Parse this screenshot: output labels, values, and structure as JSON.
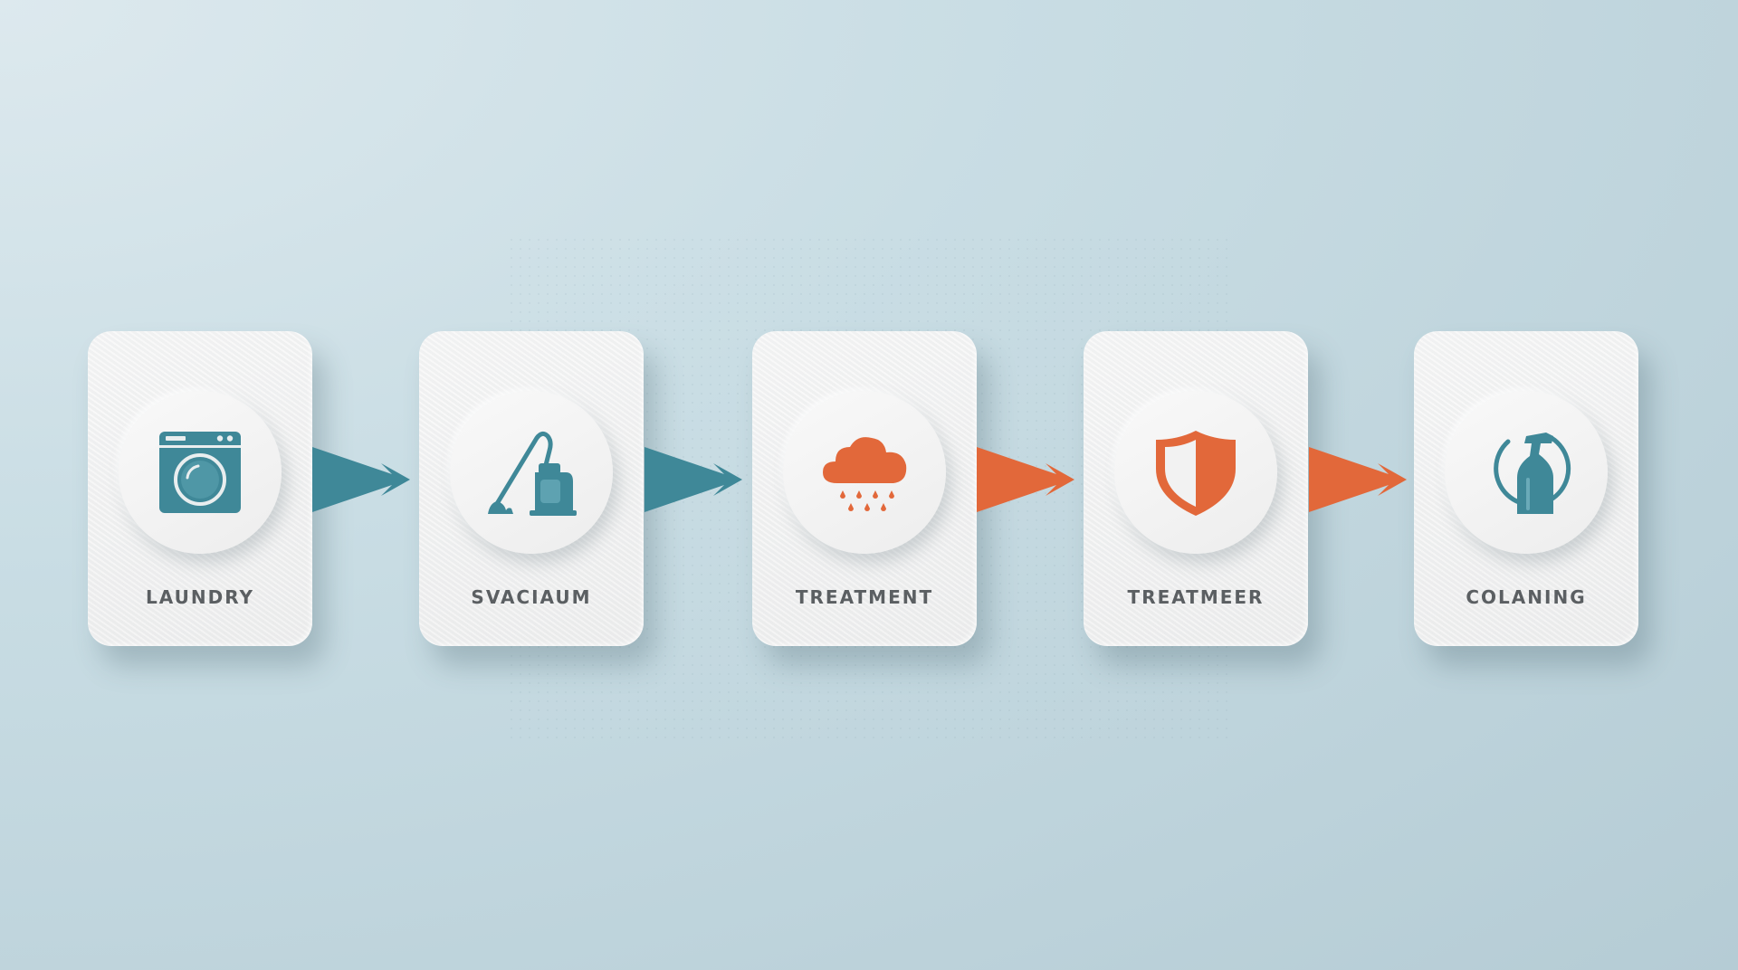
{
  "steps": [
    {
      "label": "LAUNDRY",
      "icon": "washing-machine-icon",
      "color": "#3f8898"
    },
    {
      "label": "SVACIAUM",
      "icon": "vacuum-icon",
      "color": "#3f8898"
    },
    {
      "label": "TREATMENT",
      "icon": "cloud-rain-icon",
      "color": "#e2683a"
    },
    {
      "label": "TREATMEER",
      "icon": "shield-icon",
      "color": "#e2683a"
    },
    {
      "label": "COLANING",
      "icon": "spray-bottle-icon",
      "color": "#3f8898"
    }
  ],
  "arrows": [
    {
      "color": "#3f8898"
    },
    {
      "color": "#3f8898"
    },
    {
      "color": "#e2683a"
    },
    {
      "color": "#e2683a"
    }
  ],
  "colors": {
    "teal": "#3f8898",
    "orange": "#e2683a",
    "background": "#c9dde4",
    "card": "#f0f0f0",
    "label": "#5b5f62"
  }
}
